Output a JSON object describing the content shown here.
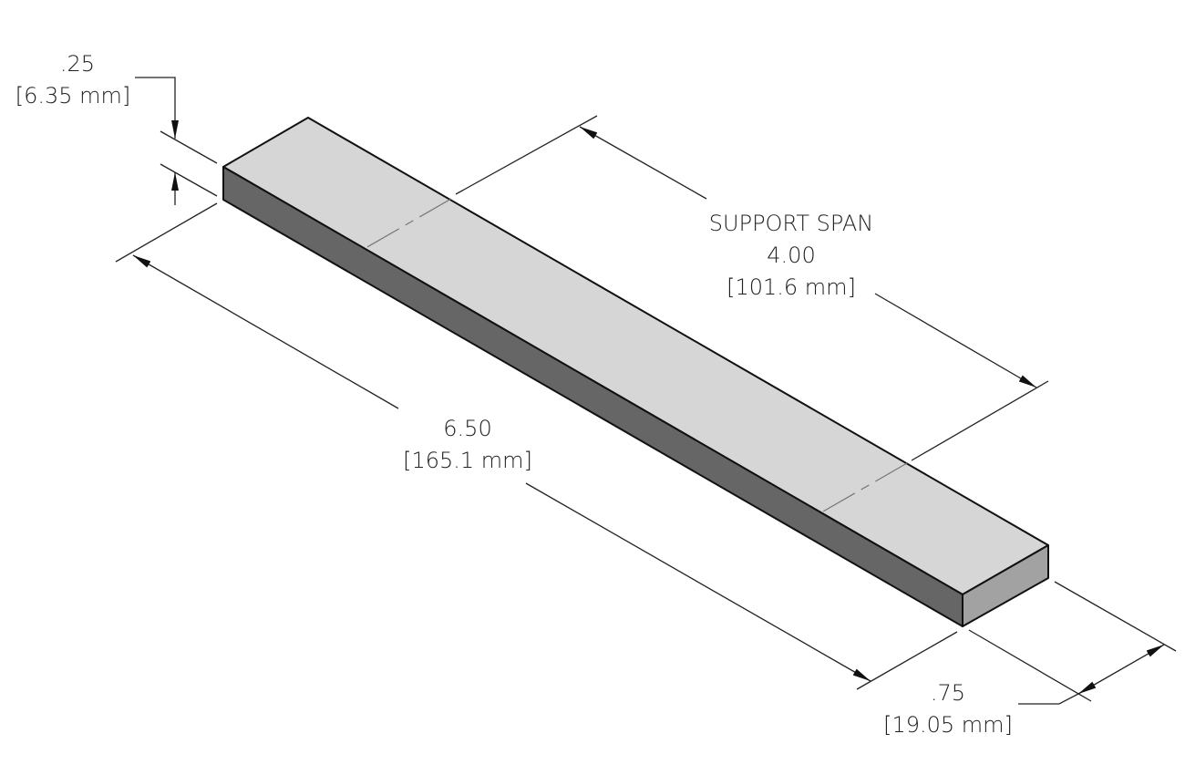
{
  "colors": {
    "top_face": "#d6d6d6",
    "front_face": "#666666",
    "end_face": "#a2a2a2"
  },
  "dimensions": {
    "thickness": {
      "value": ".25",
      "metric": "[6.35 mm]"
    },
    "support_span": {
      "label": "SUPPORT SPAN",
      "value": "4.00",
      "metric": "[101.6 mm]"
    },
    "length": {
      "value": "6.50",
      "metric": "[165.1 mm]"
    },
    "width": {
      "value": ".75",
      "metric": "[19.05 mm]"
    }
  }
}
